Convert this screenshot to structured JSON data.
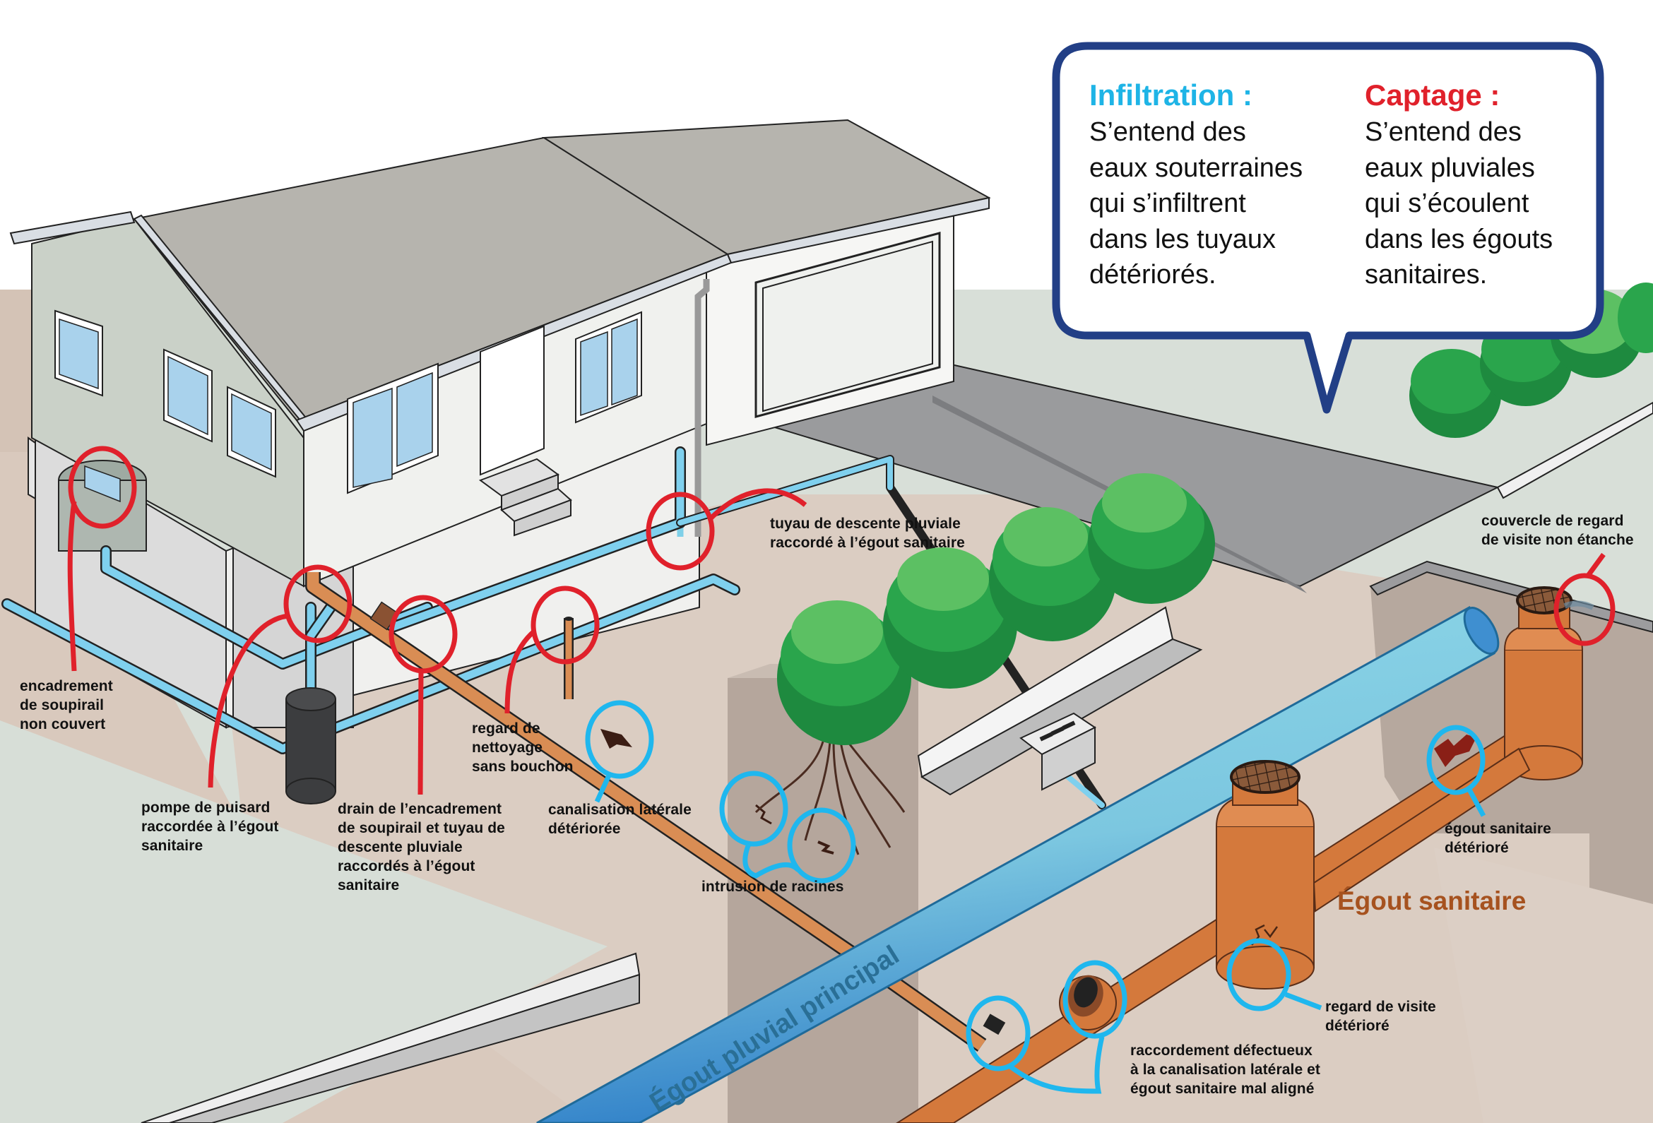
{
  "title": "Infiltration et captage dans les égouts sanitaires",
  "colors": {
    "infiltration": "#1eb4e6",
    "captage": "#e0212b",
    "bubble_border": "#223f86",
    "sanitary_pipe": "#d4793c",
    "storm_pipe": "#7fd0e2",
    "sanitary_label": "#a6521f",
    "storm_label": "#2a6f96"
  },
  "bubble": {
    "infiltration": {
      "title": "Infiltration :",
      "body": "S’entend des\neaux souterraines\nqui s’infiltrent\ndans les tuyaux\ndétériorés."
    },
    "captage": {
      "title": "Captage :",
      "body": "S’entend des\neaux pluviales\nqui s’écoulent\ndans les égouts\nsanitaires."
    }
  },
  "main_labels": {
    "storm_main": "Égout pluvial principal",
    "sanitary_main": "Égout sanitaire"
  },
  "callouts": {
    "captage": [
      {
        "id": "window-well",
        "text": "encadrement\nde soupirail\nnon couvert"
      },
      {
        "id": "sump-pump",
        "text": "pompe de puisard\nraccordée à l’égout\nsanitaire"
      },
      {
        "id": "window-drain",
        "text": "drain de l’encadrement\nde soupirail et tuyau de\ndescente pluviale\nraccordés à l’égout\nsanitaire"
      },
      {
        "id": "cleanout",
        "text": "regard de\nnettoyage\nsans bouchon"
      },
      {
        "id": "downspout",
        "text": "tuyau de descente pluviale\nraccordé à l’égout sanitaire"
      },
      {
        "id": "manhole-cover",
        "text": "couvercle de regard\nde visite non étanche"
      }
    ],
    "infiltration": [
      {
        "id": "lateral-damaged",
        "text": "canalisation latérale\ndétériorée"
      },
      {
        "id": "root-intrusion",
        "text": "intrusion de racines"
      },
      {
        "id": "sewer-damaged",
        "text": "égout sanitaire\ndétérioré"
      },
      {
        "id": "manhole-damaged",
        "text": "regard de visite\ndétérioré"
      },
      {
        "id": "bad-connection",
        "text": "raccordement défectueux\nà la canalisation latérale et\négout sanitaire mal aligné"
      }
    ]
  }
}
